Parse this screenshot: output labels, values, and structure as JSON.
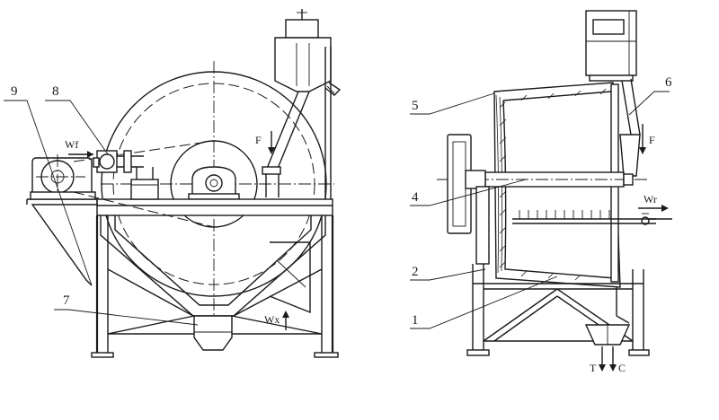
{
  "left_view": {
    "labels": {
      "n9": "9",
      "n8": "8",
      "n7": "7",
      "wf": "Wf",
      "f": "F",
      "wx": "Wx"
    }
  },
  "right_view": {
    "labels": {
      "n5": "5",
      "n6": "6",
      "n4": "4",
      "n2": "2",
      "n1": "1",
      "f": "F",
      "wr": "Wr",
      "t": "T",
      "c": "C"
    }
  },
  "colors": {
    "line": "#1a1a1a",
    "background": "#ffffff"
  }
}
